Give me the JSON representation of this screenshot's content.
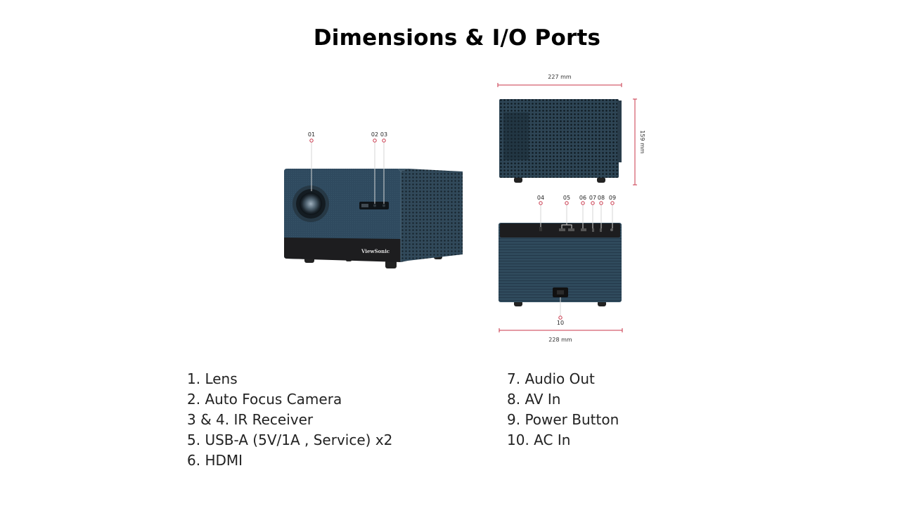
{
  "title": "Dimensions & I/O Ports",
  "callouts": {
    "c01": "01",
    "c02": "02",
    "c03": "03",
    "c04": "04",
    "c05": "05",
    "c06": "06",
    "c07": "07",
    "c08": "08",
    "c09": "09",
    "c10": "10"
  },
  "dimensions": {
    "top_width": "227 mm",
    "height": "159 mm",
    "bottom_width": "228 mm"
  },
  "brand": "ViewSonic",
  "legend_left": [
    "1. Lens",
    "2. Auto Focus Camera",
    "3 & 4. IR Receiver",
    "5. USB-A (5V/1A , Service) x2",
    "6. HDMI"
  ],
  "legend_right": [
    "7. Audio Out",
    "8. AV In",
    "9. Power Button",
    "10. AC In"
  ],
  "colors": {
    "accent": "#c8364a",
    "body": "#2f4a5c",
    "panel": "#1d1d1f"
  }
}
